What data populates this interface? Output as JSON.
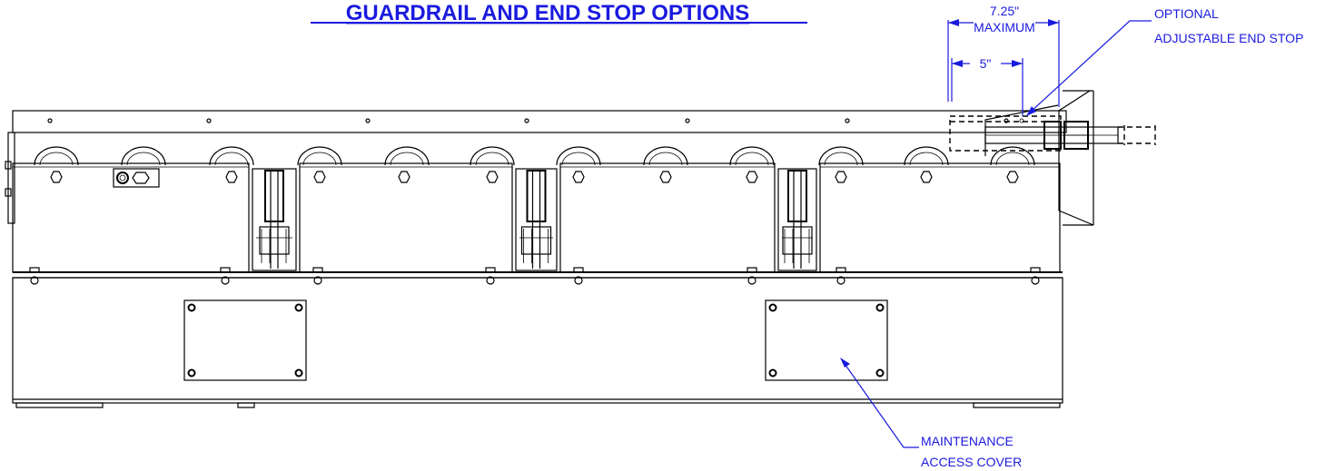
{
  "title": "GUARDRAIL AND END STOP OPTIONS",
  "dimensions": {
    "max_value": "7.25\"",
    "max_label": "MAXIMUM",
    "min_value": "5\""
  },
  "callouts": {
    "end_stop_line1": "OPTIONAL",
    "end_stop_line2": "ADJUSTABLE END STOP",
    "cover_line1": "MAINTENANCE",
    "cover_line2": "ACCESS COVER"
  },
  "colors": {
    "annotation": "#1a1adf",
    "drawing": "#000000"
  }
}
